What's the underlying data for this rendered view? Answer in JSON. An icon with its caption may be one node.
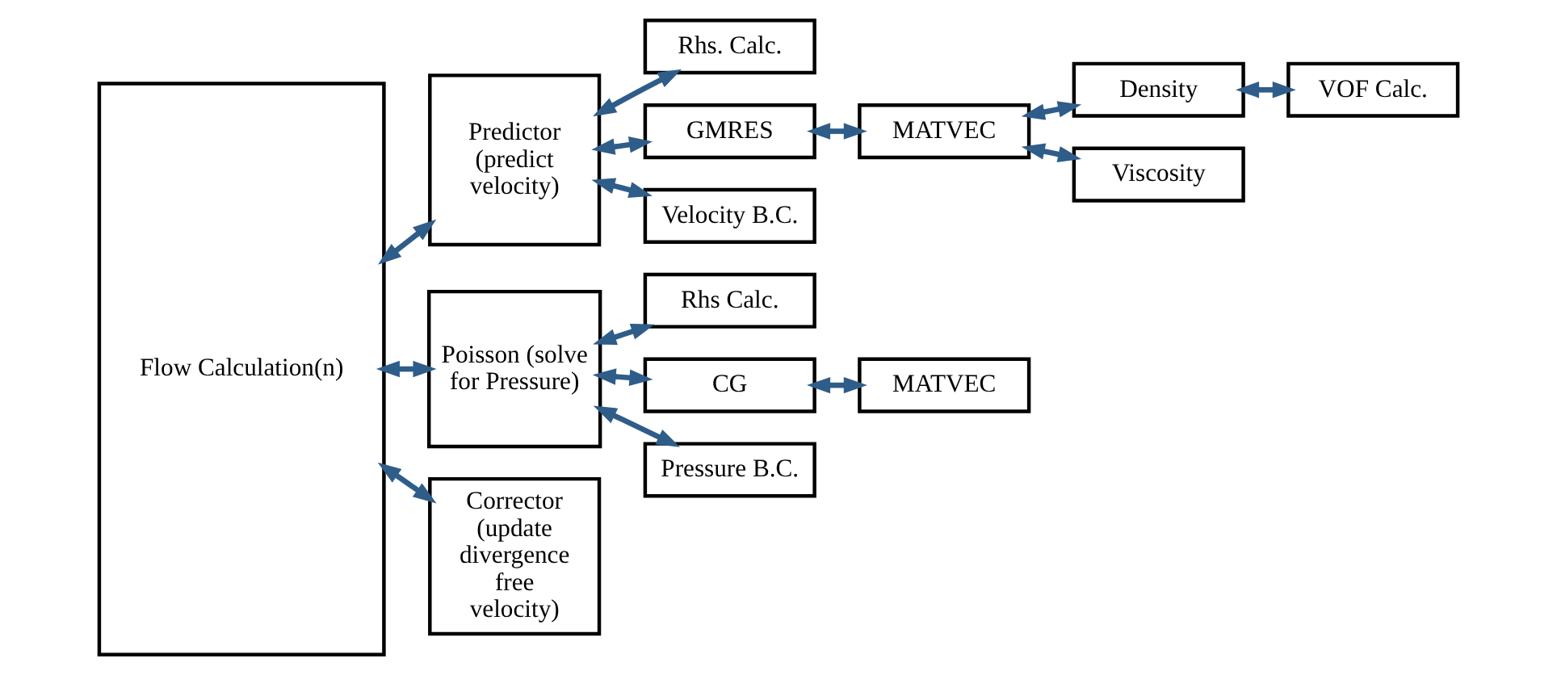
{
  "diagram": {
    "nodes": [
      {
        "text": [
          "Flow Calculation(n)"
        ]
      },
      {
        "text": [
          "Predictor (predict velocity)"
        ]
      },
      {
        "text": [
          "Poisson (solve for Pressure)"
        ]
      },
      {
        "text": [
          "Corrector (update divergence free velocity)"
        ]
      },
      {
        "text": [
          "Rhs. Calc."
        ]
      },
      {
        "text": [
          "GMRES"
        ]
      },
      {
        "text": [
          "Velocity B.C."
        ]
      },
      {
        "text": [
          "MATVEC"
        ]
      },
      {
        "text": [
          "Density"
        ]
      },
      {
        "text": [
          "Viscosity"
        ]
      },
      {
        "text": [
          "VOF Calc."
        ]
      },
      {
        "text": [
          "Rhs Calc."
        ]
      },
      {
        "text": [
          "CG"
        ]
      },
      {
        "text": [
          "Pressure B.C."
        ]
      },
      {
        "text": [
          "MATVEC"
        ]
      }
    ],
    "edges": [
      {
        "from": 0,
        "to": 1,
        "arrow": "both"
      },
      {
        "from": 0,
        "to": 2,
        "arrow": "both"
      },
      {
        "from": 0,
        "to": 3,
        "arrow": "both"
      },
      {
        "from": 1,
        "to": 4,
        "arrow": "both"
      },
      {
        "from": 1,
        "to": 5,
        "arrow": "both"
      },
      {
        "from": 1,
        "to": 6,
        "arrow": "both"
      },
      {
        "from": 5,
        "to": 7,
        "arrow": "both"
      },
      {
        "from": 7,
        "to": 8,
        "arrow": "both"
      },
      {
        "from": 7,
        "to": 9,
        "arrow": "both"
      },
      {
        "from": 8,
        "to": 10,
        "arrow": "both"
      },
      {
        "from": 2,
        "to": 11,
        "arrow": "both"
      },
      {
        "from": 2,
        "to": 12,
        "arrow": "both"
      },
      {
        "from": 2,
        "to": 13,
        "arrow": "both"
      },
      {
        "from": 12,
        "to": 14,
        "arrow": "both"
      }
    ]
  }
}
